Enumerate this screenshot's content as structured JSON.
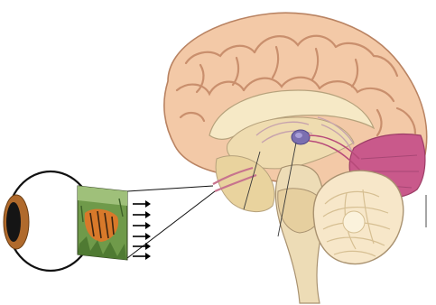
{
  "figure": {
    "kind": "anatomical illustration",
    "labels": [],
    "colors": {
      "background": "#ffffff",
      "cortex": "#f3c9a7",
      "gyri_lines": "#c98f6d",
      "inner_brain": "#f6e9c6",
      "cerebellum": "#f7e7c9",
      "occipital_region": "#c9598b",
      "thalamus_node": "#7b6fb0",
      "eye_iris": "#b06a2c",
      "eye_pupil": "#151515",
      "scene_grass": "#6f9a4a",
      "tiger_stripe": "#d8792a",
      "arrow": "#000000",
      "outline": "#3a3a3a"
    },
    "arrow_count": 6,
    "icons": [
      "eye-icon",
      "tiger-scene-image",
      "arrow-right-icon",
      "brain-sagittal-illustration"
    ]
  }
}
